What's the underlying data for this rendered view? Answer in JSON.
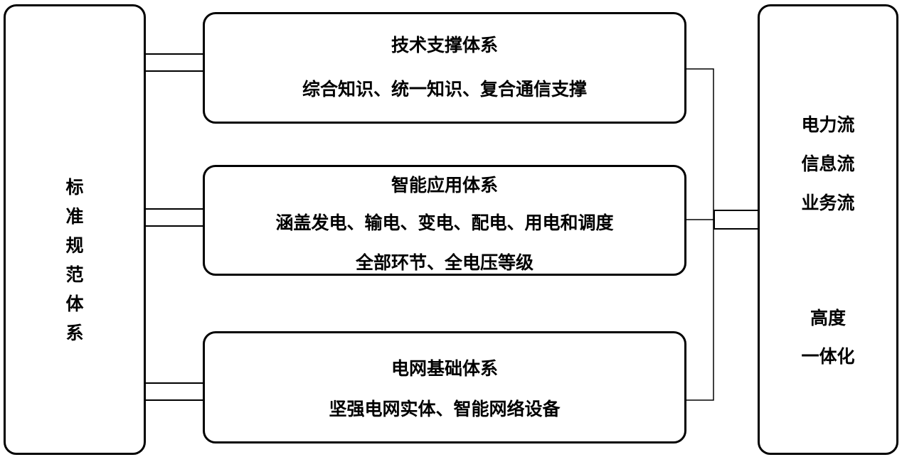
{
  "left_box": {
    "label": [
      "标",
      "准",
      "规",
      "范",
      "体",
      "系"
    ]
  },
  "tech": {
    "title": "技术支撑体系",
    "line1": "综合知识、统一知识、复合通信支撑"
  },
  "app": {
    "title": "智能应用体系",
    "line1": "涵盖发电、输电、变电、配电、用电和调度",
    "line2": "全部环节、全电压等级"
  },
  "grid": {
    "title": "电网基础体系",
    "line1": "坚强电网实体、智能网络设备"
  },
  "right_box": {
    "flows": [
      "电力流",
      "信息流",
      "业务流"
    ],
    "unify": [
      "高度",
      "一体化"
    ]
  }
}
